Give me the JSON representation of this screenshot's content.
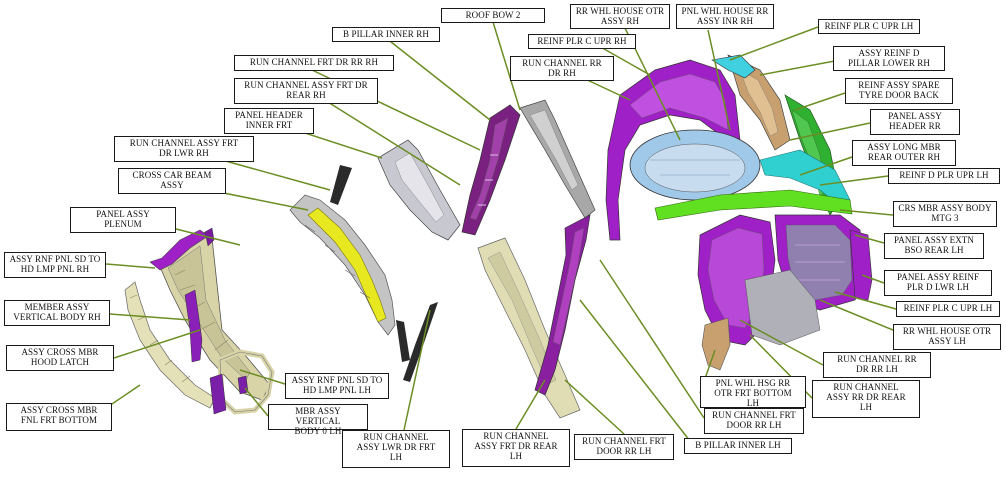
{
  "labels": {
    "roof_bow_2": "ROOF BOW 2",
    "rr_whl_house_otr_rh": "RR WHL HOUSE OTR\nASSY RH",
    "pnl_whl_house_rr_inr_rh": "PNL WHL HOUSE RR\nASSY INR RH",
    "reinf_plr_c_upr_lh_top": "REINF PLR C UPR LH",
    "b_pillar_inner_rh": "B PILLAR INNER RH",
    "reinf_plr_c_upr_rh": "REINF PLR C UPR RH",
    "run_channel_rr_dr_rh": "RUN CHANNEL RR\nDR RH",
    "assy_reinf_d_pillar_lower_rh": "ASSY REINF D\nPILLAR LOWER RH",
    "run_channel_frt_dr_rr_rh": "RUN CHANNEL FRT DR RR RH",
    "run_channel_assy_frt_dr_rear_rh": "RUN CHANNEL ASSY FRT DR\nREAR RH",
    "reinf_assy_spare_tyre_door_back": "REINF ASSY SPARE\nTYRE DOOR BACK",
    "panel_header_inner_frt": "PANEL HEADER\nINNER FRT",
    "panel_assy_header_rr": "PANEL ASSY\nHEADER RR",
    "run_channel_assy_frt_dr_lwr_rh": "RUN CHANNEL ASSY FRT\nDR LWR RH",
    "assy_long_mbr_rear_outer_rh": "ASSY LONG MBR\nREAR OUTER RH",
    "cross_car_beam_assy": "CROSS CAR BEAM\nASSY",
    "reinf_d_plr_upr_lh": "REINF D PLR UPR LH",
    "panel_assy_plenum": "PANEL ASSY\nPLENUM",
    "crs_mbr_assy_body_mtg_3": "CRS MBR ASSY BODY\nMTG 3",
    "panel_assy_extn_bso_rear_lh": "PANEL ASSY EXTN\nBSO REAR LH",
    "assy_rnf_pnl_sd_to_hd_lmp_pnl_rh": "ASSY RNF PNL SD TO\nHD LMP PNL RH",
    "panel_assy_reinf_plr_d_lwr_lh": "PANEL ASSY REINF\nPLR D LWR LH",
    "member_assy_vertical_body_rh": "MEMBER ASSY\nVERTICAL BODY RH",
    "reinf_plr_c_upr_lh": "REINF PLR C UPR LH",
    "assy_cross_mbr_hood_latch": "ASSY CROSS MBR\nHOOD LATCH",
    "rr_whl_house_otr_assy_lh": "RR WHL HOUSE OTR\nASSY LH",
    "assy_rnf_pnl_sd_to_hd_lmp_pnl_lh": "ASSY RNF PNL SD TO\nHD LMP PNL LH",
    "run_channel_rr_dr_rr_lh": "RUN CHANNEL RR\nDR RR LH",
    "assy_cross_mbr_fnl_frt_bottom": "ASSY CROSS MBR\nFNL FRT BOTTOM",
    "pnl_whl_hsg_rr_otr_frt_bottom_lh": "PNL WHL HSG RR\nOTR FRT BOTTOM\nLH",
    "run_channel_assy_rr_dr_rear_lh": "RUN CHANNEL\nASSY RR DR REAR\nLH",
    "mbr_assy_vertical_body_0_lh": "MBR ASSY VERTICAL\nBODY 0 LH",
    "run_channel_frt_door_rr_lh_mid": "RUN CHANNEL FRT\nDOOR RR LH",
    "run_channel_assy_lwr_dr_frt_lh": "RUN CHANNEL\nASSY LWR DR FRT\nLH",
    "run_channel_assy_frt_dr_rear_lh": "RUN CHANNEL\nASSY FRT DR REAR\nLH",
    "run_channel_frt_door_rr_lh": "RUN CHANNEL FRT\nDOOR RR LH",
    "b_pillar_inner_lh": "B PILLAR INNER LH"
  },
  "colors": {
    "leader": "#6b8e23",
    "label_border": "#1a1a1a",
    "magenta": "#a020c8",
    "cream": "#d8d4a8",
    "yellow": "#e8e820",
    "grey": "#b8b8b8",
    "dark_grey": "#2a2a2a",
    "tan": "#c8a070",
    "cyan": "#40d0e0",
    "green": "#30b030",
    "bright_green": "#60e020",
    "light_blue": "#a0c8e8"
  }
}
